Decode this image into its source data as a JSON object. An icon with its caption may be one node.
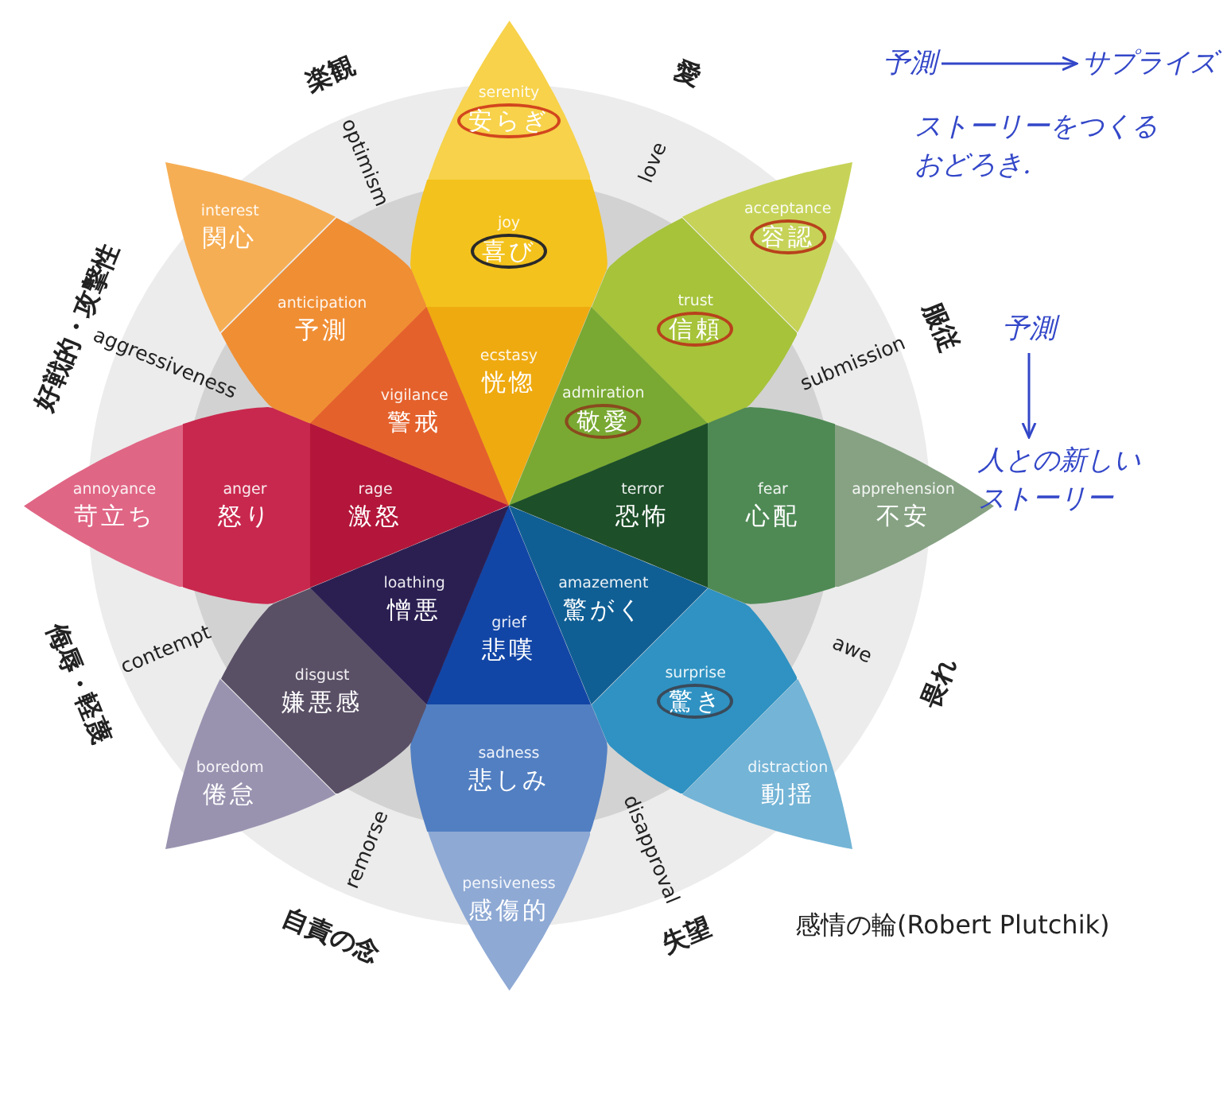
{
  "diagram": {
    "caption": "感情の輪(Robert Plutchik)",
    "nodes": [
      {
        "text": [
          "serenity",
          "安らぎ"
        ]
      },
      {
        "text": [
          "joy",
          "喜び"
        ]
      },
      {
        "text": [
          "ecstasy",
          "恍惚"
        ]
      },
      {
        "text": [
          "acceptance",
          "容認"
        ]
      },
      {
        "text": [
          "trust",
          "信頼"
        ]
      },
      {
        "text": [
          "admiration",
          "敬愛"
        ]
      },
      {
        "text": [
          "apprehension",
          "不安"
        ]
      },
      {
        "text": [
          "fear",
          "心配"
        ]
      },
      {
        "text": [
          "terror",
          "恐怖"
        ]
      },
      {
        "text": [
          "distraction",
          "動揺"
        ]
      },
      {
        "text": [
          "surprise",
          "驚き"
        ]
      },
      {
        "text": [
          "amazement",
          "驚がく"
        ]
      },
      {
        "text": [
          "pensiveness",
          "感傷的"
        ]
      },
      {
        "text": [
          "sadness",
          "悲しみ"
        ]
      },
      {
        "text": [
          "grief",
          "悲嘆"
        ]
      },
      {
        "text": [
          "boredom",
          "倦怠"
        ]
      },
      {
        "text": [
          "disgust",
          "嫌悪感"
        ]
      },
      {
        "text": [
          "loathing",
          "憎悪"
        ]
      },
      {
        "text": [
          "annoyance",
          "苛立ち"
        ]
      },
      {
        "text": [
          "anger",
          "怒り"
        ]
      },
      {
        "text": [
          "rage",
          "激怒"
        ]
      },
      {
        "text": [
          "interest",
          "関心"
        ]
      },
      {
        "text": [
          "anticipation",
          "予測"
        ]
      },
      {
        "text": [
          "vigilance",
          "警戒"
        ]
      },
      {
        "text": [
          "予測"
        ]
      },
      {
        "text": [
          "サプライズ"
        ]
      },
      {
        "text": [
          "予測"
        ]
      },
      {
        "text": [
          "人との新しいストーリー"
        ]
      }
    ],
    "edges": [
      {
        "from": 24,
        "to": 25,
        "arrow": "to"
      },
      {
        "from": 26,
        "to": 27,
        "arrow": "to"
      }
    ],
    "labels": [
      "optimism",
      "楽観",
      "love",
      "愛",
      "submission",
      "服従",
      "awe",
      "畏れ",
      "disapproval",
      "失望",
      "remorse",
      "自責の念",
      "contempt",
      "侮辱・軽蔑",
      "aggressiveness",
      "好戦的・攻撃性",
      "ストーリーをつくるおどろき."
    ]
  }
}
